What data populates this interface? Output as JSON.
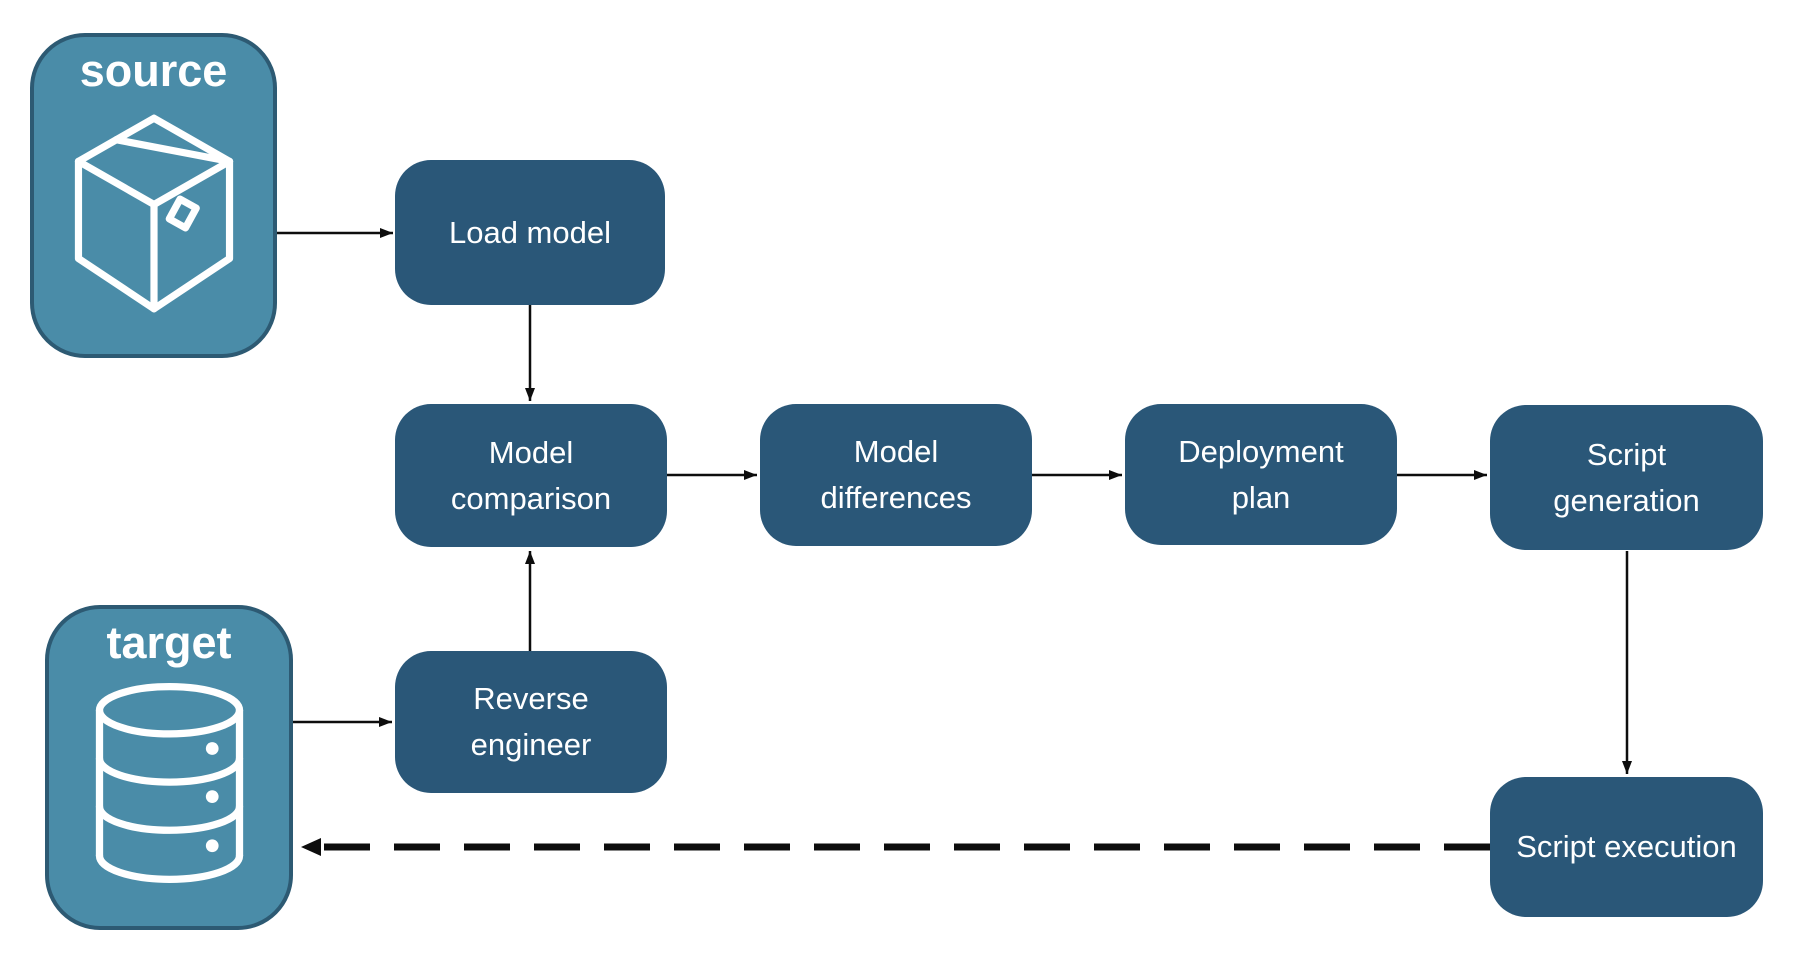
{
  "nodes": {
    "source": {
      "label": "source",
      "icon": "package-icon"
    },
    "target": {
      "label": "target",
      "icon": "database-icon"
    },
    "load_model": {
      "label": "Load model"
    },
    "model_comparison": {
      "label": "Model comparison"
    },
    "model_differences": {
      "label": "Model differences"
    },
    "deployment_plan": {
      "label": "Deployment plan"
    },
    "script_generation": {
      "label": "Script generation"
    },
    "reverse_engineer": {
      "label": "Reverse engineer"
    },
    "script_execution": {
      "label": "Script execution"
    }
  },
  "edges": [
    {
      "from": "source",
      "to": "load_model",
      "style": "solid"
    },
    {
      "from": "load_model",
      "to": "model_comparison",
      "style": "solid"
    },
    {
      "from": "model_comparison",
      "to": "model_differences",
      "style": "solid"
    },
    {
      "from": "model_differences",
      "to": "deployment_plan",
      "style": "solid"
    },
    {
      "from": "deployment_plan",
      "to": "script_generation",
      "style": "solid"
    },
    {
      "from": "script_generation",
      "to": "script_execution",
      "style": "solid"
    },
    {
      "from": "target",
      "to": "reverse_engineer",
      "style": "solid"
    },
    {
      "from": "reverse_engineer",
      "to": "model_comparison",
      "style": "solid"
    },
    {
      "from": "script_execution",
      "to": "target",
      "style": "dashed"
    }
  ],
  "colors": {
    "entity_fill": "#4a8ca8",
    "entity_border": "#2d5a73",
    "process_fill": "#2a5778",
    "label_text": "#ffffff",
    "arrow": "#0d0d0d"
  }
}
